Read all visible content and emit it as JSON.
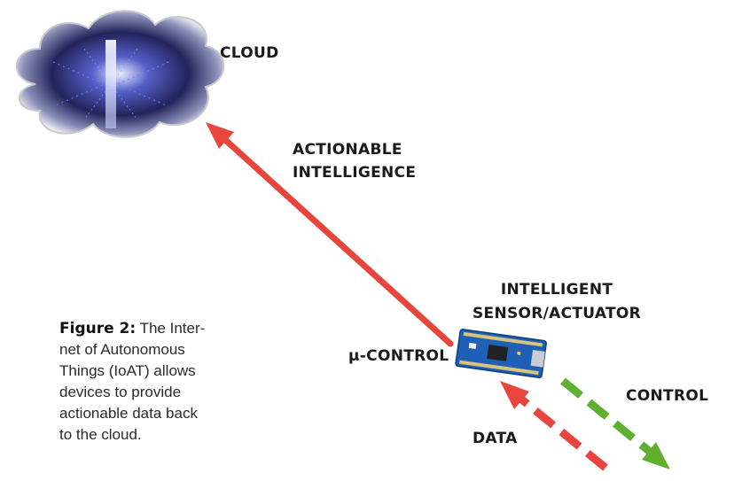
{
  "labels": {
    "cloud": "CLOUD",
    "actionable_line1": "ACTIONABLE",
    "actionable_line2": "INTELLIGENCE",
    "sensor_line1": "INTELLIGENT",
    "sensor_line2": "SENSOR/ACTUATOR",
    "mu_control": "µ-CONTROL",
    "control": "CONTROL",
    "data": "DATA"
  },
  "caption": {
    "title": "Figure 2:",
    "text_lines": [
      "The Inter-",
      "net of Autonomous",
      "Things (IoAT) allows",
      "devices to provide",
      "actionable data back",
      "to the cloud."
    ]
  },
  "colors": {
    "red_arrow": "#e8453c",
    "green_arrow": "#5fb030",
    "board": "#1f5fb5"
  }
}
